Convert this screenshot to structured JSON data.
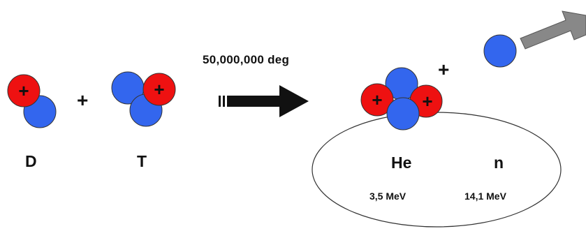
{
  "reaction": {
    "condition": "50,000,000 deg",
    "plus_symbol": "+",
    "proton_sign": "+"
  },
  "reactants": {
    "deuterium_label": "D",
    "tritium_label": "T"
  },
  "products": {
    "helium_label": "He",
    "neutron_label": "n",
    "helium_energy": "3,5 MeV",
    "neutron_energy": "14,1 MeV"
  },
  "colors": {
    "proton": "#ee1111",
    "neutron": "#3366ee",
    "arrow_main": "#111111",
    "arrow_neutron": "#888888",
    "outline": "#333333"
  }
}
